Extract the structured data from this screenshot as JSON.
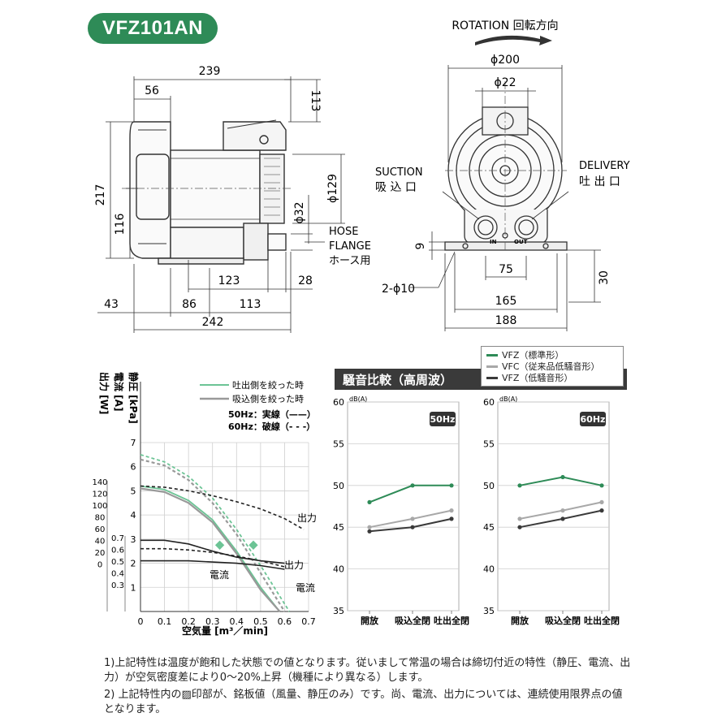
{
  "model": "VFZ101AN",
  "side_view": {
    "dims": {
      "d239": "239",
      "d56": "56",
      "d113_top": "113",
      "d217": "217",
      "d116": "116",
      "d129": "ϕ129",
      "d32": "ϕ32",
      "d123": "123",
      "d28": "28",
      "d43": "43",
      "d86": "86",
      "d113_bot": "113",
      "d242": "242"
    },
    "hose_lines": [
      "HOSE",
      "FLANGE",
      "ホース用"
    ]
  },
  "front_view": {
    "rotation": "ROTATION 回転方向",
    "dims": {
      "d200": "ϕ200",
      "d22": "ϕ22",
      "d9": "9",
      "d75": "75",
      "d165": "165",
      "d188": "188",
      "d30": "30",
      "d10": "2-ϕ10"
    },
    "suction": [
      "SUCTION",
      "吸 込 口"
    ],
    "delivery": [
      "DELIVERY",
      "吐 出 口"
    ],
    "in_label": "IN",
    "out_label": "OUT"
  },
  "perf_chart": {
    "legend": {
      "discharge_throttle": "吐出側を絞った時",
      "suction_throttle": "吸込側を絞った時",
      "hz50": "50Hz：実線（——）",
      "hz60": "60Hz：破線（- - -）"
    },
    "axis_labels": {
      "power": "出力 [W]",
      "current": "電流 [A]",
      "pressure": "静圧 [kPa]",
      "x": "空気量 [m³／min]"
    },
    "curve_labels": {
      "power1": "出力",
      "power2": "出力",
      "current1": "電流",
      "current2": "電流"
    }
  },
  "chart_data": [
    {
      "type": "line",
      "xlabel": "空気量 [m³／min]",
      "ylabel": "静圧 [kPa]",
      "xlim": [
        0,
        0.7
      ],
      "x_ticks": [
        "0",
        "0.1",
        "0.2",
        "0.3",
        "0.4",
        "0.5",
        "0.6",
        "0.7"
      ],
      "pressure_ticks": [
        "1",
        "2",
        "3",
        "4",
        "5",
        "6",
        "7"
      ],
      "current_ticks": [
        "0.7",
        "0.6",
        "0.5",
        "0.4",
        "0.3"
      ],
      "power_ticks": [
        "140",
        "120",
        "100",
        "80",
        "60",
        "40",
        "20",
        "0"
      ],
      "grid": true,
      "series": [
        {
          "name": "吐出側を絞った時",
          "hz": "50Hz",
          "x": [
            0,
            0.1,
            0.2,
            0.3,
            0.4,
            0.5,
            0.58
          ],
          "y": [
            5.2,
            5.05,
            4.6,
            3.8,
            2.5,
            1.0,
            0
          ]
        },
        {
          "name": "吐出側を絞った時",
          "hz": "60Hz",
          "x": [
            0,
            0.1,
            0.2,
            0.3,
            0.4,
            0.5,
            0.62
          ],
          "y": [
            6.5,
            6.2,
            5.6,
            4.7,
            3.4,
            1.9,
            0
          ]
        },
        {
          "name": "吸込側を絞った時",
          "hz": "50Hz",
          "x": [
            0,
            0.1,
            0.2,
            0.3,
            0.4,
            0.5,
            0.58
          ],
          "y": [
            5.1,
            4.95,
            4.5,
            3.7,
            2.4,
            0.9,
            0
          ]
        },
        {
          "name": "吸込側を絞った時",
          "hz": "60Hz",
          "x": [
            0,
            0.1,
            0.2,
            0.3,
            0.4,
            0.5,
            0.6
          ],
          "y": [
            6.3,
            6.05,
            5.45,
            4.5,
            3.2,
            1.6,
            0
          ]
        },
        {
          "name": "出力",
          "hz": "50Hz",
          "x": [
            0,
            0.1,
            0.2,
            0.3,
            0.4,
            0.5,
            0.6
          ],
          "y": [
            2.95,
            2.95,
            2.8,
            2.5,
            2.25,
            2.1,
            2.0
          ]
        },
        {
          "name": "出力",
          "hz": "60Hz",
          "x": [
            0,
            0.1,
            0.2,
            0.3,
            0.4,
            0.5,
            0.6,
            0.68
          ],
          "y": [
            5.2,
            5.15,
            5.0,
            4.8,
            4.55,
            4.25,
            3.85,
            3.4
          ]
        },
        {
          "name": "電流",
          "hz": "50Hz",
          "x": [
            0,
            0.1,
            0.2,
            0.3,
            0.4,
            0.5,
            0.6
          ],
          "y": [
            2.1,
            2.1,
            2.1,
            2.05,
            2.0,
            1.9,
            1.75
          ]
        },
        {
          "name": "電流",
          "hz": "60Hz",
          "x": [
            0,
            0.1,
            0.2,
            0.3,
            0.4,
            0.5,
            0.6
          ],
          "y": [
            2.6,
            2.6,
            2.55,
            2.45,
            2.3,
            2.1,
            1.85
          ]
        }
      ],
      "rated_points": [
        {
          "x": 0.33,
          "y": 2.75
        },
        {
          "x": 0.47,
          "y": 2.75
        }
      ]
    },
    {
      "type": "line",
      "title": "50Hz",
      "ylabel": "dB(A)",
      "ylim": [
        35,
        60
      ],
      "y_ticks": [
        "60",
        "55",
        "50",
        "45",
        "40",
        "35"
      ],
      "categories": [
        "開放",
        "吸込全閉",
        "吐出全閉"
      ],
      "series": [
        {
          "name": "VFZ（標準形）",
          "values": [
            48,
            50,
            50
          ]
        },
        {
          "name": "VFC（従来品低騒音形）",
          "values": [
            45,
            46,
            47
          ]
        },
        {
          "name": "VFZ（低騒音形）",
          "values": [
            44.5,
            45,
            46
          ]
        }
      ]
    },
    {
      "type": "line",
      "title": "60Hz",
      "ylabel": "dB(A)",
      "ylim": [
        35,
        60
      ],
      "y_ticks": [
        "60",
        "55",
        "50",
        "45",
        "40",
        "35"
      ],
      "categories": [
        "開放",
        "吸込全閉",
        "吐出全閉"
      ],
      "series": [
        {
          "name": "VFZ（標準形）",
          "values": [
            50,
            51,
            50
          ]
        },
        {
          "name": "VFC（従来品低騒音形）",
          "values": [
            46,
            47,
            48
          ]
        },
        {
          "name": "VFZ（低騒音形）",
          "values": [
            45,
            46,
            47
          ]
        }
      ]
    }
  ],
  "noise_title": "騒音比較（高周波）",
  "noise_legend": [
    {
      "label": "VFZ（標準形）",
      "color": "#2e8b57"
    },
    {
      "label": "VFC（従来品低騒音形）",
      "color": "#a8a8a8"
    },
    {
      "label": "VFZ（低騒音形）",
      "color": "#3a3a3a"
    }
  ],
  "colors": {
    "green": "#2e8b57",
    "light_green": "#6cc495",
    "gray": "#999999",
    "dark": "#222222"
  },
  "notes": [
    "1)上記特性は温度が飽和した状態での値となります。従いまして常温の場合は締切付近の特性（静圧、電流、出力）が空気密度差により0〜20%上昇（機種により異なる）します。",
    "2) 上記特性内の▨印部が、銘板値（風量、静圧のみ）です。尚、電流、出力については、連続使用限界点の値となります。"
  ]
}
